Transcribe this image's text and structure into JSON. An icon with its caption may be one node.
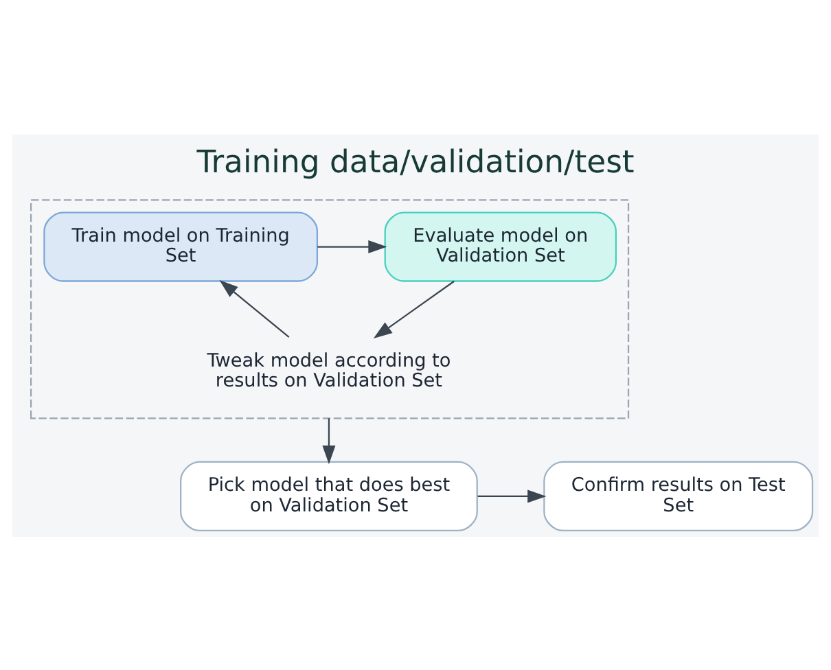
{
  "diagram": {
    "title": "Training data/validation/test",
    "nodes": [
      {
        "text": [],
        "shape": "box"
      },
      {
        "text": [
          "Train model on Training Set"
        ],
        "in": 0
      },
      {
        "text": [
          "Evaluate model on Validation Set"
        ],
        "in": 0
      },
      {
        "text": [
          "Tweak model according to results on Validation Set"
        ],
        "in": 0
      },
      {
        "text": [
          "Pick model that does best on Validation Set"
        ]
      },
      {
        "text": [
          "Confirm results on Test Set"
        ]
      }
    ],
    "edges": [
      {
        "from": 1,
        "to": 2,
        "arrow": "to"
      },
      {
        "from": 2,
        "to": 3,
        "arrow": "to"
      },
      {
        "from": 3,
        "to": 1,
        "arrow": "to"
      },
      {
        "from": 0,
        "to": 4,
        "arrow": "to"
      },
      {
        "from": 4,
        "to": 5,
        "arrow": "to"
      }
    ]
  }
}
